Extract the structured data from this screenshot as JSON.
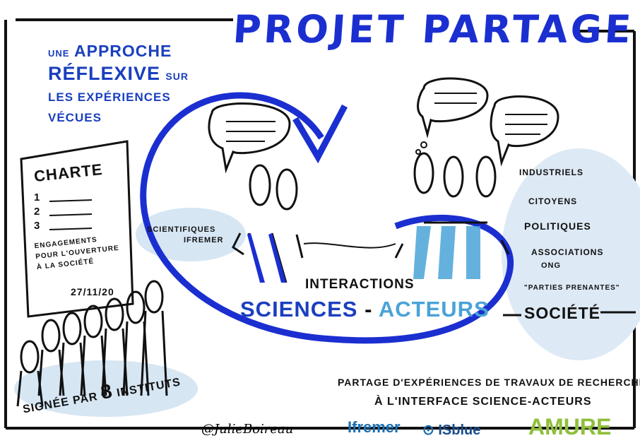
{
  "title": "PROJET PARTAGE",
  "approach": {
    "line1_prefix": "UNE",
    "line1": "APPROCHE",
    "line2": "RÉFLEXIVE",
    "line2_suffix": "SUR",
    "line3": "LES EXPÉRIENCES",
    "line4": "VÉCUES"
  },
  "charter": {
    "title": "CHARTE",
    "items": [
      "1",
      "2",
      "3"
    ],
    "text_lines": [
      "ENGAGEMENTS",
      "POUR L'OUVERTURE",
      "À LA SOCIÉTÉ"
    ],
    "date": "27/11/20"
  },
  "signed": {
    "prefix": "SIGNÉE PAR",
    "number": "8",
    "suffix": "INSTITUTS"
  },
  "scientists": {
    "line1": "SCIENTIFIQUES",
    "line2": "IFREMER"
  },
  "center": {
    "line1": "INTERACTIONS",
    "line2_left": "SCIENCES",
    "dash": "-",
    "line2_right": "ACTEURS"
  },
  "actors": {
    "items": [
      "INDUSTRIELS",
      "CITOYENS",
      "POLITIQUES",
      "ASSOCIATIONS",
      "ONG",
      "\"PARTIES PRENANTES\""
    ],
    "society": "SOCIÉTÉ"
  },
  "bottom_text": {
    "line1": "PARTAGE D'EXPÉRIENCES DE TRAVAUX DE RECHERCHE",
    "line2": "À L'INTERFACE SCIENCE-ACTEURS"
  },
  "signature": "@JulieBoireau",
  "logos": {
    "ifremer": "Ifremer",
    "isblue": "ISblue",
    "amure": "AMURE"
  },
  "colors": {
    "dark_blue": "#1b2fd0",
    "light_blue": "#4aa3d8",
    "wash": "#d6e6f3"
  }
}
